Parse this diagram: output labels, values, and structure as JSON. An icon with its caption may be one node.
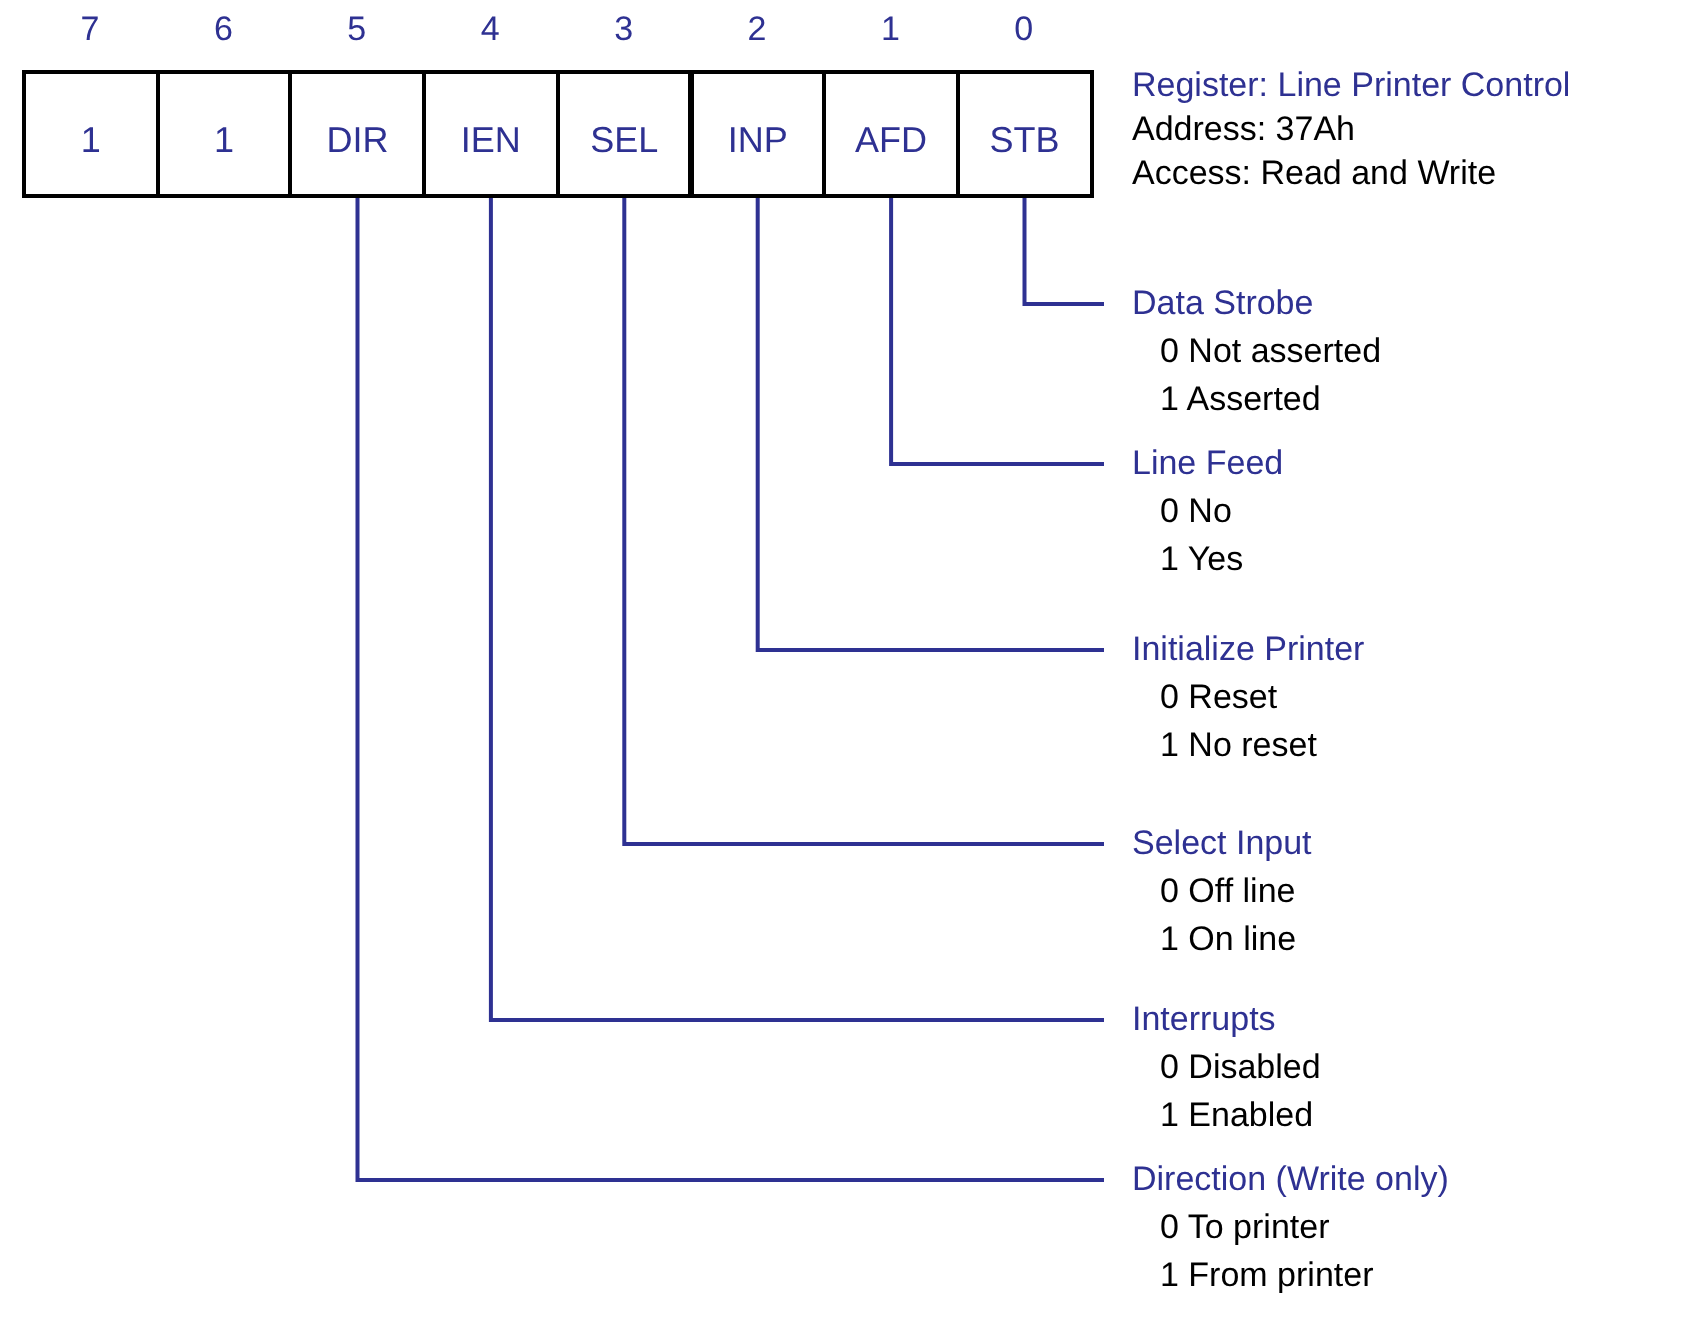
{
  "diagram": {
    "nodes": [
      {
        "text": [
          "1"
        ],
        "beside": [
          "7"
        ]
      },
      {
        "text": [
          "1"
        ],
        "beside": [
          "6"
        ]
      },
      {
        "text": [
          "DIR"
        ],
        "beside": [
          "5"
        ]
      },
      {
        "text": [
          "IEN"
        ],
        "beside": [
          "4"
        ]
      },
      {
        "text": [
          "SEL"
        ],
        "beside": [
          "3"
        ]
      },
      {
        "text": [
          "INP"
        ],
        "beside": [
          "2"
        ]
      },
      {
        "text": [
          "AFD"
        ],
        "beside": [
          "1"
        ]
      },
      {
        "text": [
          "STB"
        ],
        "beside": [
          "0"
        ]
      },
      {
        "text": [
          "Data Strobe",
          "0 Not asserted",
          "1 Asserted"
        ]
      },
      {
        "text": [
          "Line Feed",
          "0 No",
          "1 Yes"
        ]
      },
      {
        "text": [
          "Initialize Printer",
          "0 Reset",
          "1 No reset"
        ]
      },
      {
        "text": [
          "Select Input",
          "0 Off line",
          "1 On line"
        ]
      },
      {
        "text": [
          "Interrupts",
          "0 Disabled",
          "1 Enabled"
        ]
      },
      {
        "text": [
          "Direction (Write only)",
          "0 To printer",
          "1 From printer"
        ]
      }
    ],
    "edges": [
      {
        "from": 7,
        "to": 8,
        "arrow": "none"
      },
      {
        "from": 6,
        "to": 9,
        "arrow": "none"
      },
      {
        "from": 5,
        "to": 10,
        "arrow": "none"
      },
      {
        "from": 4,
        "to": 11,
        "arrow": "none"
      },
      {
        "from": 3,
        "to": 12,
        "arrow": "none"
      },
      {
        "from": 2,
        "to": 13,
        "arrow": "none"
      }
    ],
    "labels": [
      "Register: Line Printer Control",
      "Address: 37Ah",
      "Access: Read and Write"
    ]
  }
}
